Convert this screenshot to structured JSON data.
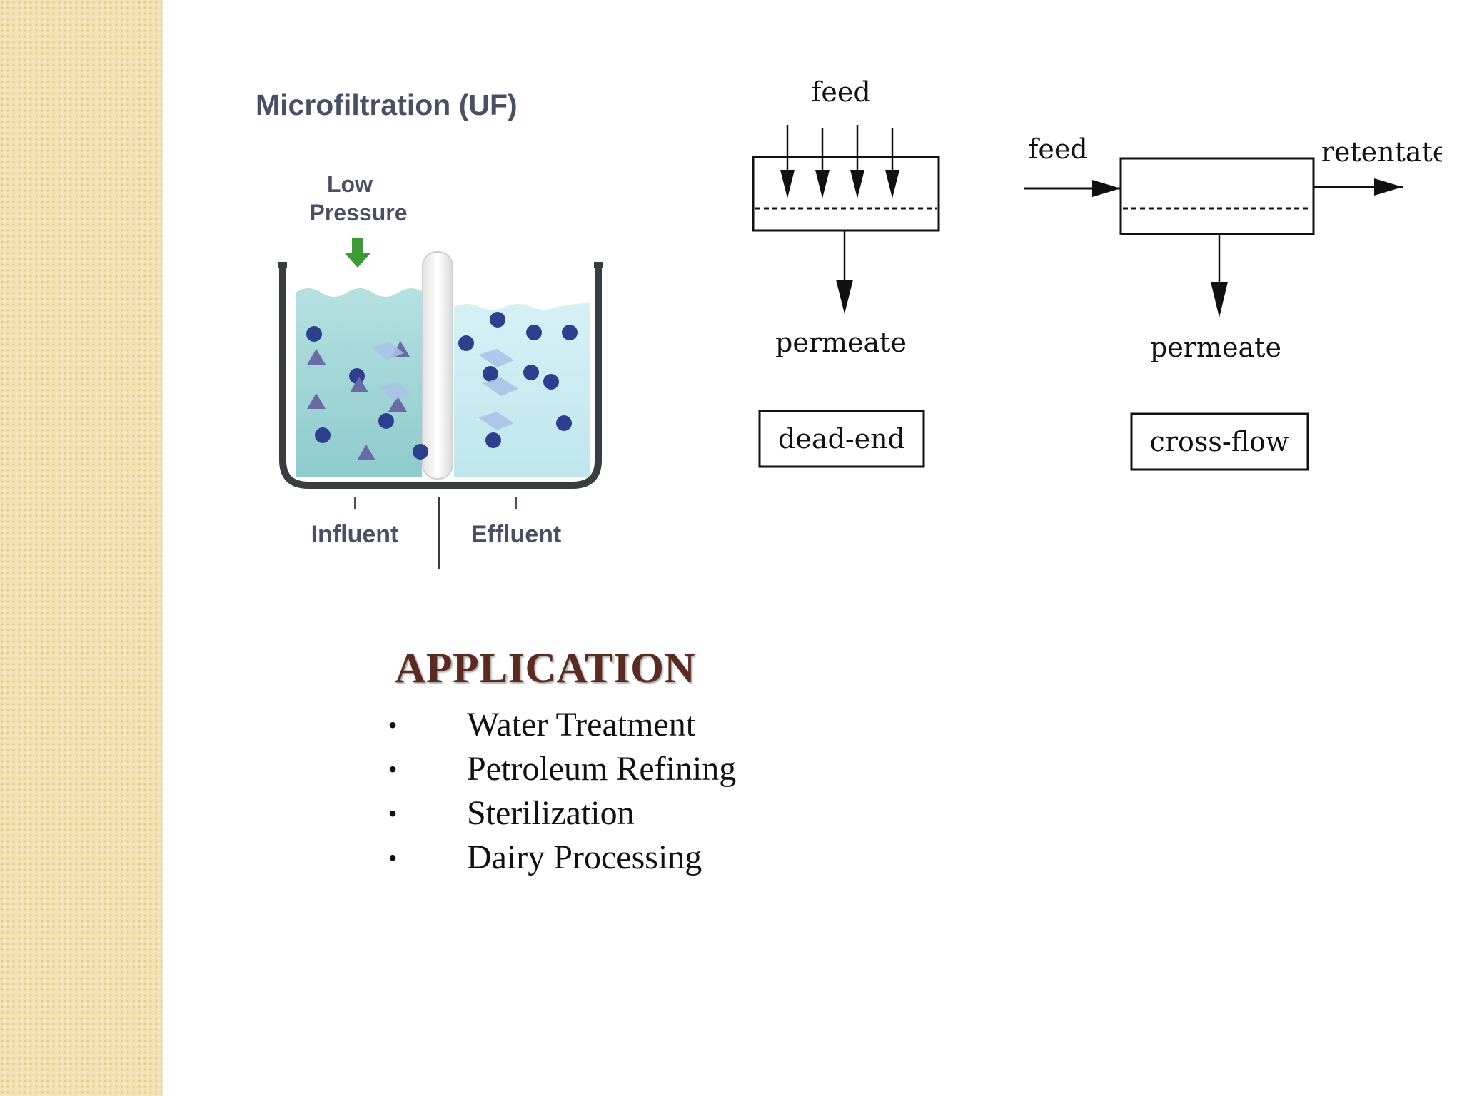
{
  "filter_figure": {
    "title": "Microfiltration (UF)",
    "pressure_label_line1": "Low",
    "pressure_label_line2": "Pressure",
    "influent_label": "Influent",
    "effluent_label": "Effluent"
  },
  "flow_diagrams": {
    "dead_end": {
      "feed_label": "feed",
      "permeate_label": "permeate",
      "mode_label": "dead-end"
    },
    "cross_flow": {
      "feed_label": "feed",
      "retentate_label": "retentate",
      "permeate_label": "permeate",
      "mode_label": "cross-flow"
    }
  },
  "application": {
    "heading": "APPLICATION",
    "items": [
      {
        "bullet": "•",
        "text": "Water Treatment"
      },
      {
        "bullet": "•",
        "text": "Petroleum Refining"
      },
      {
        "bullet": "•",
        "text": "Sterilization"
      },
      {
        "bullet": "•",
        "text": "Dairy Processing"
      }
    ]
  },
  "colors": {
    "strip": "#f4e1b3",
    "heading": "#5b2b22",
    "water_left": "#9fd3d6",
    "water_right": "#c7ebf2",
    "particle": "#2e3f8f",
    "arrow_green": "#3e9a37"
  }
}
